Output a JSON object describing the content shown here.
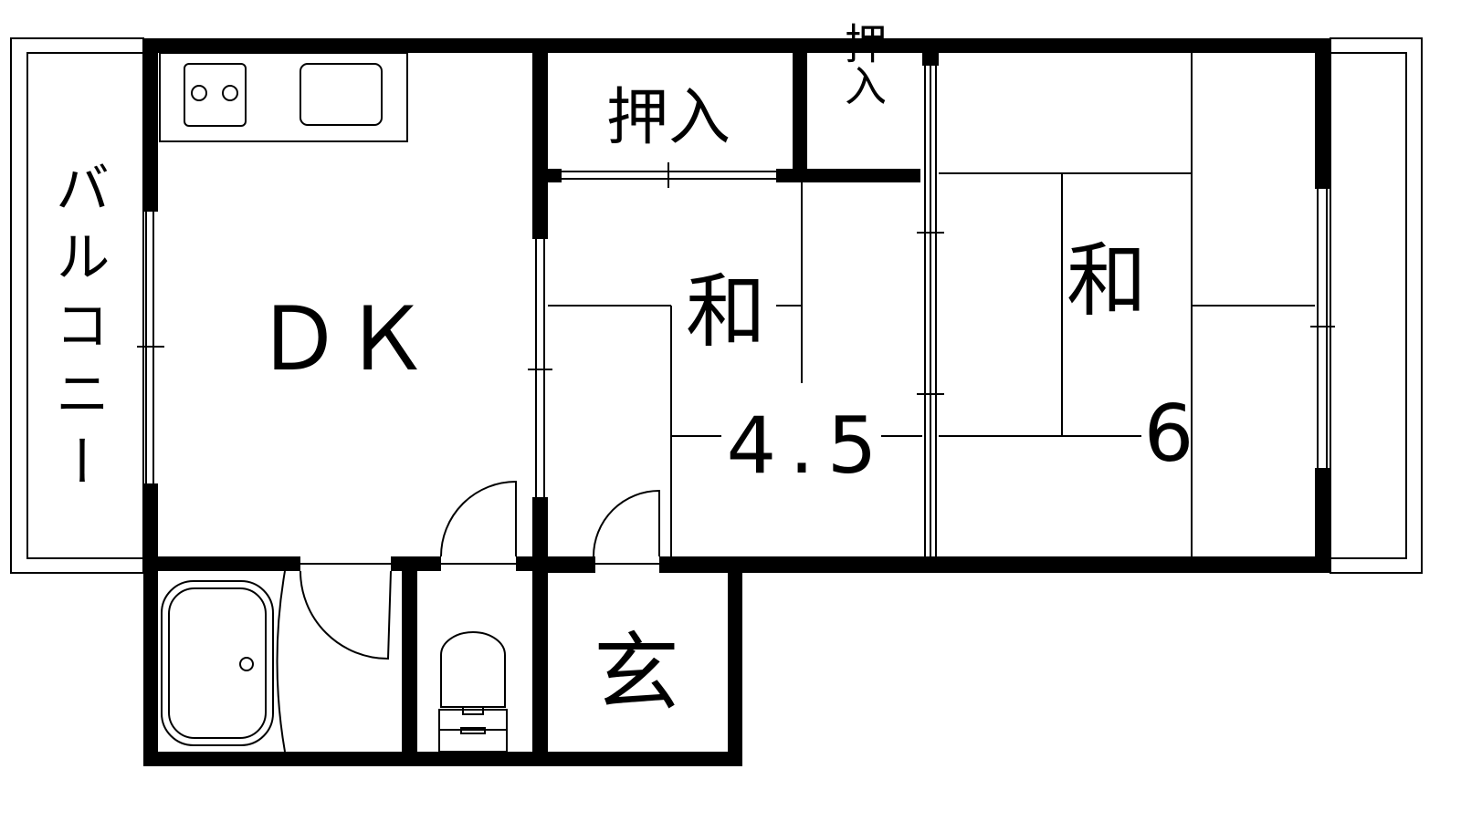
{
  "floor_plan": {
    "rooms": {
      "dk": {
        "label": "ＤＫ"
      },
      "washitsu_small": {
        "label": "和",
        "size": "4.5"
      },
      "washitsu_large": {
        "label": "和",
        "size": "6"
      },
      "closet_1": {
        "label": "押入"
      },
      "closet_2": {
        "label": "押入"
      },
      "entrance": {
        "label": "玄"
      },
      "balcony": {
        "label": "バルコニー"
      }
    },
    "colors": {
      "wall": "#000000",
      "background": "#ffffff"
    }
  }
}
